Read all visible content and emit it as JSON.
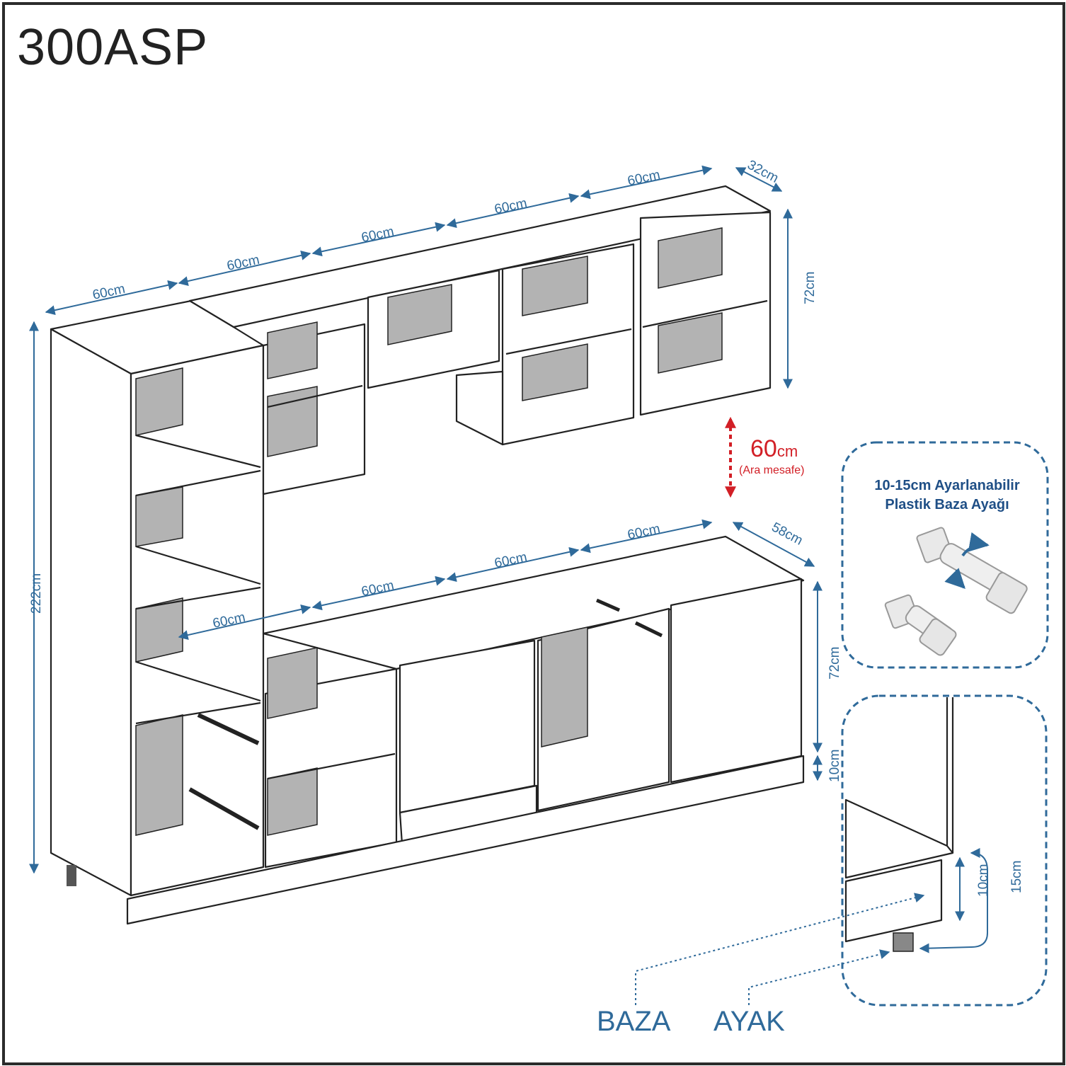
{
  "title": "300ASP",
  "upper": {
    "widths": [
      "60cm",
      "60cm",
      "60cm",
      "60cm",
      "60cm"
    ],
    "depth": "32cm",
    "height": "72cm"
  },
  "tall": {
    "height": "222cm"
  },
  "gap": {
    "value": "60",
    "unit": "cm",
    "label": "(Ara mesafe)"
  },
  "lower": {
    "widths": [
      "60cm",
      "60cm",
      "60cm",
      "60cm"
    ],
    "depth": "58cm",
    "height": "72cm",
    "plinth": "10cm"
  },
  "foot_box": {
    "caption_line1": "10-15cm Ayarlanabilir",
    "caption_line2": "Plastik Baza Ayağı"
  },
  "detail": {
    "inner": "10cm",
    "outer": "15cm"
  },
  "labels": {
    "baza": "BAZA",
    "ayak": "AYAK"
  },
  "colors": {
    "dimension": "#2f6a9a",
    "accent": "#d21f26",
    "outline": "#222222",
    "panel_back": "#b3b3b3"
  }
}
